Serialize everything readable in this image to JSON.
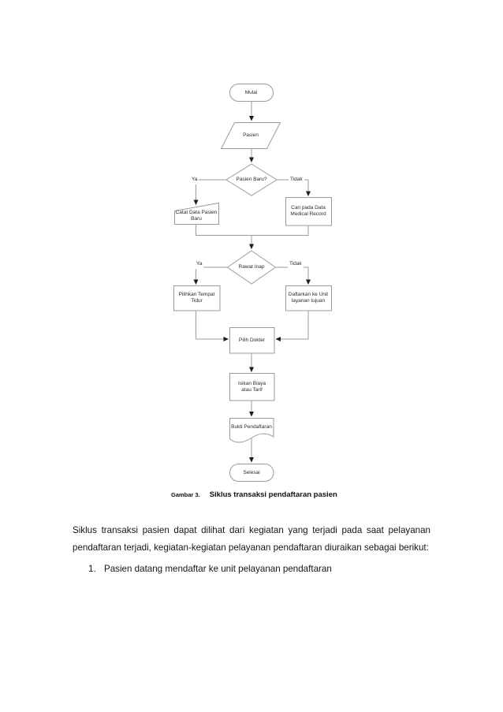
{
  "flowchart": {
    "title_semantic": "Siklus transaksi pendaftaran pasien",
    "nodes": {
      "mulai": {
        "type": "terminator",
        "label": "Mulai"
      },
      "pasien": {
        "type": "input",
        "label": "Pasien"
      },
      "pasien_baru": {
        "type": "decision",
        "label": "Pasien Baru?"
      },
      "catat": {
        "type": "manual-input",
        "label": "Catat Data Pasien\nBaru"
      },
      "cari": {
        "type": "process",
        "label": "Cari pada Data\nMedical Record"
      },
      "rawat_inap": {
        "type": "decision",
        "label": "Rawat Inap"
      },
      "pilihkan": {
        "type": "process",
        "label": "Pilihkan Tempat\nTidur"
      },
      "daftarkan": {
        "type": "process",
        "label": "Daftarkan ke Unit\nlayanan tujuan"
      },
      "pilih_dokter": {
        "type": "process",
        "label": "Pilih Dokter"
      },
      "isikan": {
        "type": "process",
        "label": "Isikan Biaya\natau Tarif"
      },
      "bukti": {
        "type": "document",
        "label": "Bukti Pendaftaran"
      },
      "selesai": {
        "type": "terminator",
        "label": "Selesai"
      }
    },
    "edge_labels": {
      "baru_ya": "Ya",
      "baru_tidak": "Tidak",
      "rawat_ya": "Ya",
      "rawat_tidak": "Tidak"
    },
    "colors": {
      "shape_stroke": "#9b9b9b",
      "arrow_fill": "#1c1c1c",
      "shape_fill": "#ffffff"
    }
  },
  "caption": {
    "prefix": "Gambar 3.",
    "title": "Siklus transaksi pendaftaran pasien"
  },
  "body": {
    "paragraph": "Siklus transaksi pasien dapat dilihat dari kegiatan yang terjadi pada saat pelayanan pendaftaran terjadi, kegiatan-kegiatan pelayanan pendaftaran diuraikan sebagai berikut:",
    "list": [
      {
        "number": "1.",
        "text": "Pasien datang mendaftar ke unit pelayanan pendaftaran"
      }
    ]
  }
}
